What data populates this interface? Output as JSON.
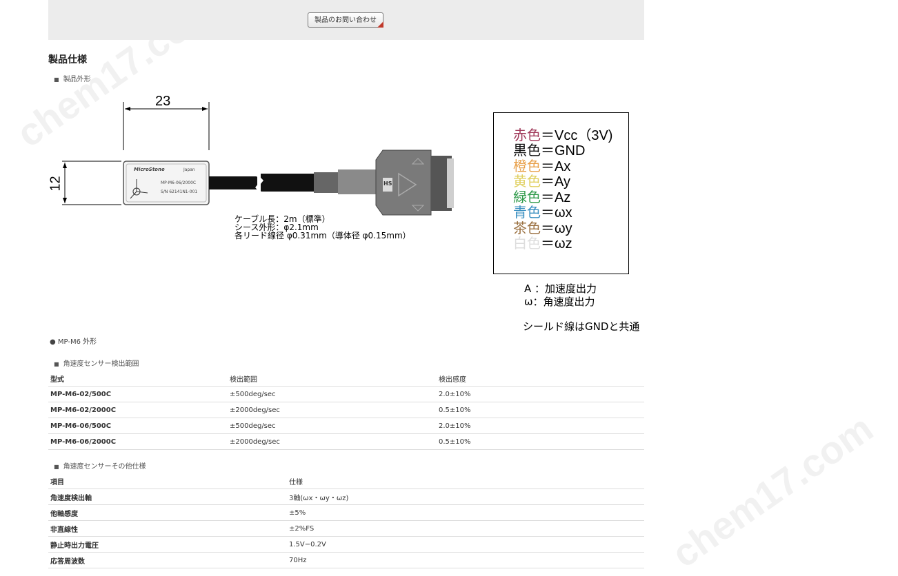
{
  "header": {
    "inquiry_button": "製品のお問い合わせ"
  },
  "spec_title": "製品仕様",
  "outline_label": "製品外形",
  "drawing": {
    "width_dim": "23",
    "height_dim": "12",
    "sensor_brand": "MicroStone",
    "sensor_country": "Japan",
    "sensor_model": "MP-M6-06/2000C",
    "sensor_serial": "S/N 62141N1-001",
    "connector_mark": "HS",
    "cable_lines": [
      "ケーブル長：2m（標準）",
      "シース外形：φ2.1mm",
      "各リード線径 φ0.31mm（導体径 φ0.15mm）"
    ]
  },
  "wire_legend": [
    {
      "color_word": "赤色",
      "signal": "＝Vcc（3V)",
      "color": "#a0395a"
    },
    {
      "color_word": "黒色",
      "signal": "＝GND",
      "color": "#111111"
    },
    {
      "color_word": "橙色",
      "signal": "＝Ax",
      "color": "#e8a04a"
    },
    {
      "color_word": "黄色",
      "signal": "＝Ay",
      "color": "#e0d060"
    },
    {
      "color_word": "緑色",
      "signal": "＝Az",
      "color": "#2f9a4a"
    },
    {
      "color_word": "青色",
      "signal": "＝ωx",
      "color": "#3a8fc0"
    },
    {
      "color_word": "茶色",
      "signal": "＝ωy",
      "color": "#9a7040"
    },
    {
      "color_word": "白色",
      "signal": "＝ωz",
      "color": "#dddddd"
    }
  ],
  "notes": {
    "a": "A ：加速度出力",
    "w": "ω：角速度出力",
    "shield": "シールド線はGNDと共通"
  },
  "figure_caption": "MP-M6 外形",
  "range_table": {
    "title": "角速度センサー検出範囲",
    "headers": [
      "型式",
      "検出範囲",
      "検出感度"
    ],
    "rows": [
      [
        "MP-M6-02/500C",
        "±500deg/sec",
        "2.0±10%"
      ],
      [
        "MP-M6-02/2000C",
        "±2000deg/sec",
        "0.5±10%"
      ],
      [
        "MP-M6-06/500C",
        "±500deg/sec",
        "2.0±10%"
      ],
      [
        "MP-M6-06/2000C",
        "±2000deg/sec",
        "0.5±10%"
      ]
    ]
  },
  "other_table": {
    "title": "角速度センサーその他仕様",
    "headers": [
      "項目",
      "仕様"
    ],
    "rows": [
      [
        "角速度検出軸",
        "3軸(ωx・ωy・ωz)"
      ],
      [
        "他軸感度",
        "±5%"
      ],
      [
        "非直線性",
        "±2%FS"
      ],
      [
        "静止時出力電圧",
        "1.5V−0.2V"
      ],
      [
        "応答周波数",
        "70Hz"
      ]
    ]
  },
  "watermark": "chem17.com"
}
